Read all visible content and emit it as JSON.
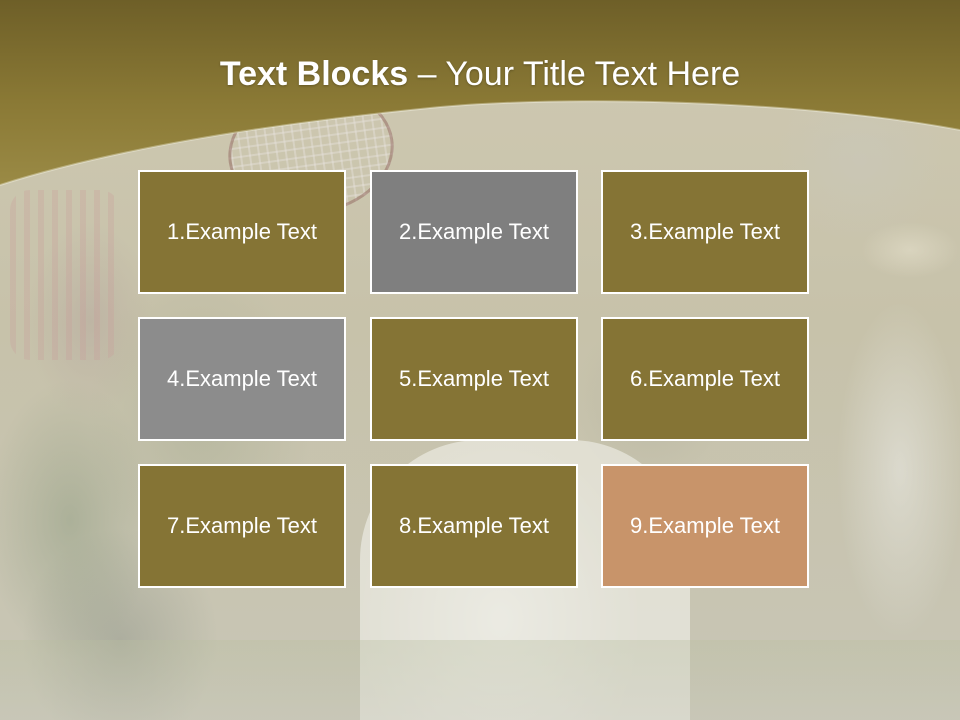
{
  "colors": {
    "header": "#8b7a33",
    "olive_block": "#857435",
    "gray_dark": "#7f7f7f",
    "gray_light": "#8c8c8c",
    "orange_block": "#c8946a",
    "text": "#ffffff",
    "border": "#ffffff"
  },
  "slide": {
    "title_bold": "Text Blocks",
    "title_rest": " – Your Title Text Here"
  },
  "blocks": [
    {
      "label": "1.Example Text",
      "color": "#857435"
    },
    {
      "label": "2.Example Text",
      "color": "#7f7f7f"
    },
    {
      "label": "3.Example Text",
      "color": "#857435"
    },
    {
      "label": "4.Example Text",
      "color": "#8c8c8c"
    },
    {
      "label": "5.Example Text",
      "color": "#857435"
    },
    {
      "label": "6.Example Text",
      "color": "#857435"
    },
    {
      "label": "7.Example Text",
      "color": "#857435"
    },
    {
      "label": "8.Example Text",
      "color": "#857435"
    },
    {
      "label": "9.Example Text",
      "color": "#c8946a"
    }
  ]
}
